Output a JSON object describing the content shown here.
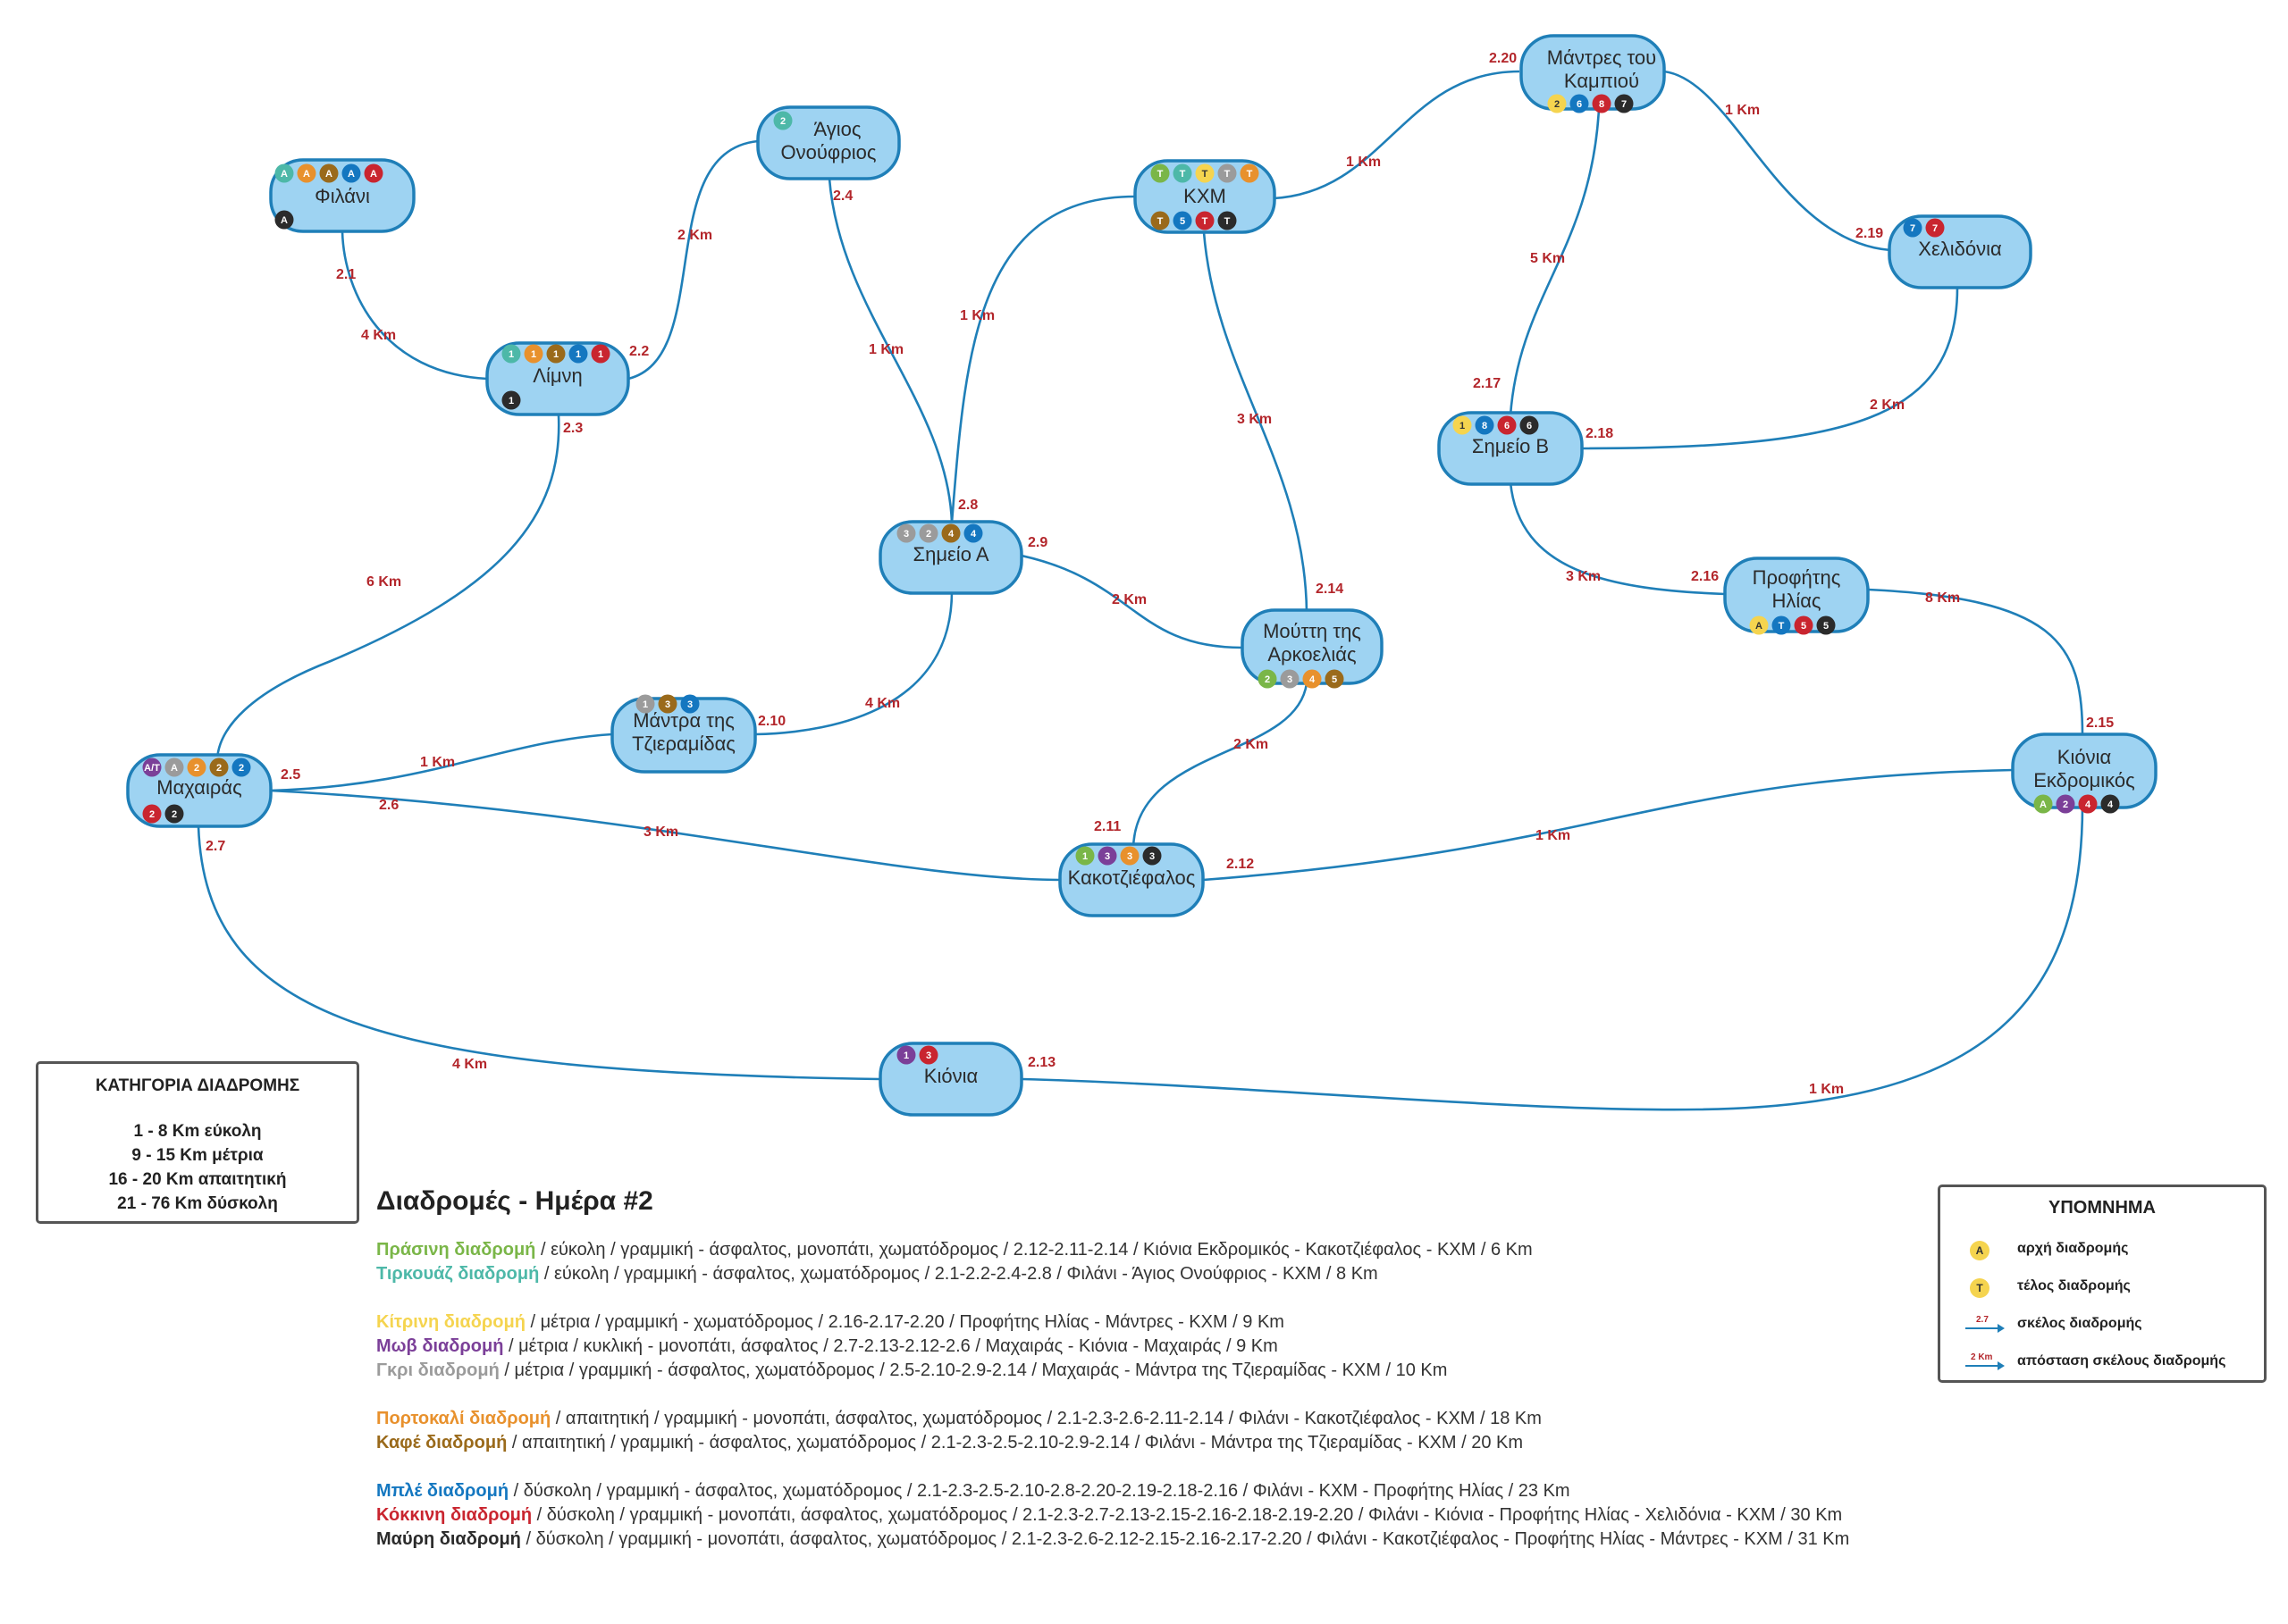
{
  "nodes": {
    "filani": {
      "lines": [
        "Φιλάνι"
      ]
    },
    "limni": {
      "lines": [
        "Λίμνη"
      ]
    },
    "agios": {
      "lines": [
        "Άγιος",
        "Ονούφριος"
      ]
    },
    "kxm": {
      "lines": [
        "ΚΧΜ"
      ]
    },
    "mantres": {
      "lines": [
        "Μάντρες του",
        "Καμπιού"
      ]
    },
    "chelidonia": {
      "lines": [
        "Χελιδόνια"
      ]
    },
    "simeioB": {
      "lines": [
        "Σημείο Β"
      ]
    },
    "simeioA": {
      "lines": [
        "Σημείο Α"
      ]
    },
    "profitis": {
      "lines": [
        "Προφήτης",
        "Ηλίας"
      ]
    },
    "moutti": {
      "lines": [
        "Μούττη της",
        "Αρκοελιάς"
      ]
    },
    "mantra": {
      "lines": [
        "Μάντρα της",
        "Τζιεραμίδας"
      ]
    },
    "machairas": {
      "lines": [
        "Μαχαιράς"
      ]
    },
    "kioniaEkdr": {
      "lines": [
        "Κιόνια",
        "Εκδρομικός"
      ]
    },
    "kakotz": {
      "lines": [
        "Κακοτζιέφαλος"
      ]
    },
    "kionia": {
      "lines": [
        "Κιόνια"
      ]
    }
  },
  "badge_colors": {
    "green": "#7ab648",
    "turquoise": "#4db8a8",
    "yellow": "#f5d44f",
    "purple": "#7b3f98",
    "grey": "#9b9b9b",
    "orange": "#e8912d",
    "brown": "#9a6a1b",
    "blue": "#1477c0",
    "red": "#c9252f",
    "black": "#2b2b2b"
  },
  "badges": {
    "filani": [
      [
        "turquoise",
        "A"
      ],
      [
        "orange",
        "A"
      ],
      [
        "brown",
        "A"
      ],
      [
        "blue",
        "A"
      ],
      [
        "red",
        "A"
      ],
      [
        "black",
        "A"
      ]
    ],
    "limni": [
      [
        "turquoise",
        "1"
      ],
      [
        "orange",
        "1"
      ],
      [
        "brown",
        "1"
      ],
      [
        "blue",
        "1"
      ],
      [
        "red",
        "1"
      ],
      [
        "black",
        "1"
      ]
    ],
    "agios": [
      [
        "turquoise",
        "2"
      ]
    ],
    "kxm": [
      [
        "green",
        "T"
      ],
      [
        "turquoise",
        "T"
      ],
      [
        "yellow",
        "T"
      ],
      [
        "grey",
        "T"
      ],
      [
        "orange",
        "T"
      ],
      [
        "brown",
        "T"
      ],
      [
        "blue",
        "5"
      ],
      [
        "red",
        "T"
      ],
      [
        "black",
        "T"
      ]
    ],
    "mantres": [
      [
        "yellow",
        "2"
      ],
      [
        "blue",
        "6"
      ],
      [
        "red",
        "8"
      ],
      [
        "black",
        "7"
      ]
    ],
    "chelidonia": [
      [
        "blue",
        "7"
      ],
      [
        "red",
        "7"
      ]
    ],
    "simeioB": [
      [
        "yellow",
        "1"
      ],
      [
        "blue",
        "8"
      ],
      [
        "red",
        "6"
      ],
      [
        "black",
        "6"
      ]
    ],
    "simeioA": [
      [
        "grey",
        "3"
      ],
      [
        "grey",
        "2"
      ],
      [
        "brown",
        "4"
      ],
      [
        "blue",
        "4"
      ]
    ],
    "profitis": [
      [
        "yellow",
        "A"
      ],
      [
        "blue",
        "T"
      ],
      [
        "red",
        "5"
      ],
      [
        "black",
        "5"
      ]
    ],
    "moutti": [
      [
        "green",
        "2"
      ],
      [
        "grey",
        "3"
      ],
      [
        "orange",
        "4"
      ],
      [
        "brown",
        "5"
      ]
    ],
    "mantra": [
      [
        "grey",
        "1"
      ],
      [
        "brown",
        "3"
      ],
      [
        "blue",
        "3"
      ]
    ],
    "machairas": [
      [
        "purple",
        "Α/Τ"
      ],
      [
        "grey",
        "A"
      ],
      [
        "orange",
        "2"
      ],
      [
        "brown",
        "2"
      ],
      [
        "blue",
        "2"
      ],
      [
        "red",
        "2"
      ],
      [
        "black",
        "2"
      ]
    ],
    "kioniaEkdr": [
      [
        "green",
        "A"
      ],
      [
        "purple",
        "2"
      ],
      [
        "red",
        "4"
      ],
      [
        "black",
        "4"
      ]
    ],
    "kakotz": [
      [
        "green",
        "1"
      ],
      [
        "purple",
        "3"
      ],
      [
        "orange",
        "3"
      ],
      [
        "black",
        "3"
      ]
    ],
    "kionia": [
      [
        "purple",
        "1"
      ],
      [
        "red",
        "3"
      ]
    ]
  },
  "segments": [
    "2.1",
    "2.2",
    "2.3",
    "2.4",
    "2.5",
    "2.6",
    "2.7",
    "2.8",
    "2.9",
    "2.10",
    "2.11",
    "2.12",
    "2.13",
    "2.14",
    "2.15",
    "2.16",
    "2.17",
    "2.18",
    "2.19",
    "2.20"
  ],
  "distances": {
    "filani_limni": "4 Km",
    "limni_agios": "2 Km",
    "agios_simeioA": "1 Km",
    "limni_machairas": "6 Km",
    "simeioA_kxm": "1 Km",
    "kxm_mantres": "1 Km",
    "mantres_chelidonia": "1 Km",
    "mantres_simeioB": "5 Km",
    "chelidonia_simeioB": "2 Km",
    "kxm_moutti": "3 Km",
    "simeioA_moutti": "2 Km",
    "simeioA_mantra": "4 Km",
    "mantra_machairas": "1 Km",
    "machairas_kakotz": "3 Km",
    "moutti_kakotz": "2 Km",
    "kakotz_kioniaEkdr": "1 Km",
    "simeioB_profitis": "3 Km",
    "profitis_kioniaEkdr": "8 Km",
    "machairas_kionia": "4 Km",
    "kionia_kioniaEkdr": "1 Km"
  },
  "category": {
    "title": "ΚΑΤΗΓΟΡΙΑ ΔΙΑΔΡΟΜΗΣ",
    "lines": [
      "1 - 8 Km εύκολη",
      "9 - 15 Km μέτρια",
      "16 - 20 Km απαιτητική",
      "21 - 76 Km δύσκολη"
    ]
  },
  "routes": {
    "heading": "Διαδρομές - Ημέρα #2",
    "green": {
      "name": "Πράσινη διαδρομή",
      "desc": " / εύκολη / γραμμική - άσφαλτος, μονοπάτι, χωματόδρομος / 2.12-2.11-2.14 / Κιόνια Εκδρομικός - Κακοτζιέφαλος - ΚΧΜ / 6 Km",
      "color": "#7ab648"
    },
    "turquoise": {
      "name": "Τιρκουάζ διαδρομή",
      "desc": " / εύκολη / γραμμική - άσφαλτος, χωματόδρομος / 2.1-2.2-2.4-2.8 / Φιλάνι - Άγιος Ονούφριος - ΚΧΜ / 8 Km",
      "color": "#4db8a8"
    },
    "yellow": {
      "name": "Κίτρινη διαδρομή",
      "desc": " / μέτρια / γραμμική - χωματόδρομος / 2.16-2.17-2.20 / Προφήτης Ηλίας - Μάντρες - ΚΧΜ / 9 Km",
      "color": "#f5d44f"
    },
    "purple": {
      "name": "Μωβ διαδρομή",
      "desc": " / μέτρια / κυκλική - μονοπάτι, άσφαλτος / 2.7-2.13-2.12-2.6 / Μαχαιράς - Κιόνια - Μαχαιράς / 9 Km",
      "color": "#7b3f98"
    },
    "grey": {
      "name": "Γκρι διαδρομή",
      "desc": " / μέτρια / γραμμική - άσφαλτος, χωματόδρομος / 2.5-2.10-2.9-2.14 / Μαχαιράς - Μάντρα της Τζιεραμίδας - ΚΧΜ / 10 Km",
      "color": "#9b9b9b"
    },
    "orange": {
      "name": "Πορτοκαλί διαδρομή",
      "desc": " / απαιτητική / γραμμική - μονοπάτι, άσφαλτος, χωματόδρομος / 2.1-2.3-2.6-2.11-2.14 / Φιλάνι - Κακοτζιέφαλος - ΚΧΜ / 18 Km",
      "color": "#e8912d"
    },
    "brown": {
      "name": "Καφέ διαδρομή",
      "desc": " / απαιτητική / γραμμική - άσφαλτος, χωματόδρομος / 2.1-2.3-2.5-2.10-2.9-2.14 / Φιλάνι - Μάντρα της Τζιεραμίδας - ΚΧΜ / 20 Km",
      "color": "#9a6a1b"
    },
    "blue": {
      "name": "Μπλέ διαδρομή",
      "desc": " / δύσκολη / γραμμική - άσφαλτος, χωματόδρομος / 2.1-2.3-2.5-2.10-2.8-2.20-2.19-2.18-2.16 / Φιλάνι - ΚΧΜ - Προφήτης Ηλίας / 23 Km",
      "color": "#1477c0"
    },
    "red": {
      "name": "Κόκκινη διαδρομή",
      "desc": " / δύσκολη / γραμμική - μονοπάτι, άσφαλτος, χωματόδρομος  / 2.1-2.3-2.7-2.13-2.15-2.16-2.18-2.19-2.20 / Φιλάνι - Κιόνια - Προφήτης Ηλίας - Χελιδόνια - ΚΧΜ / 30 Km",
      "color": "#c9252f"
    },
    "black": {
      "name": "Μαύρη διαδρομή",
      "desc": " / δύσκολη / γραμμική - μονοπάτι, άσφαλτος, χωματόδρομος / 2.1-2.3-2.6-2.12-2.15-2.16-2.17-2.20 / Φιλάνι - Κακοτζιέφαλος - Προφήτης Ηλίας - Μάντρες - ΚΧΜ / 31 Km",
      "color": "#2b2b2b"
    }
  },
  "legend": {
    "title": "ΥΠΟΜΝΗΜΑ",
    "start_symbol": "A",
    "start_label": "αρχή διαδρομής",
    "end_symbol": "T",
    "end_label": "τέλος διαδρομής",
    "leg_sample": "2.7",
    "leg_label": "σκέλος διαδρομής",
    "dist_sample": "2 Km",
    "dist_label": "απόσταση σκέλους διαδρομής"
  }
}
